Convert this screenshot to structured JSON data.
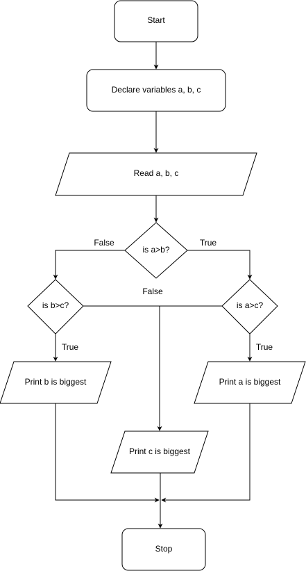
{
  "nodes": {
    "start": "Start",
    "declare": "Declare variables a, b, c",
    "read": "Read a, b, c",
    "cond_ab": "is a>b?",
    "cond_bc": "is b>c?",
    "cond_ac": "is a>c?",
    "print_b": "Print  b is biggest",
    "print_a": "Print a is biggest",
    "print_c": "Print c is biggest",
    "stop": "Stop"
  },
  "edge_labels": {
    "ab_false": "False",
    "ab_true": "True",
    "bc_false": "False",
    "bc_true": "True",
    "ac_true": "True"
  }
}
